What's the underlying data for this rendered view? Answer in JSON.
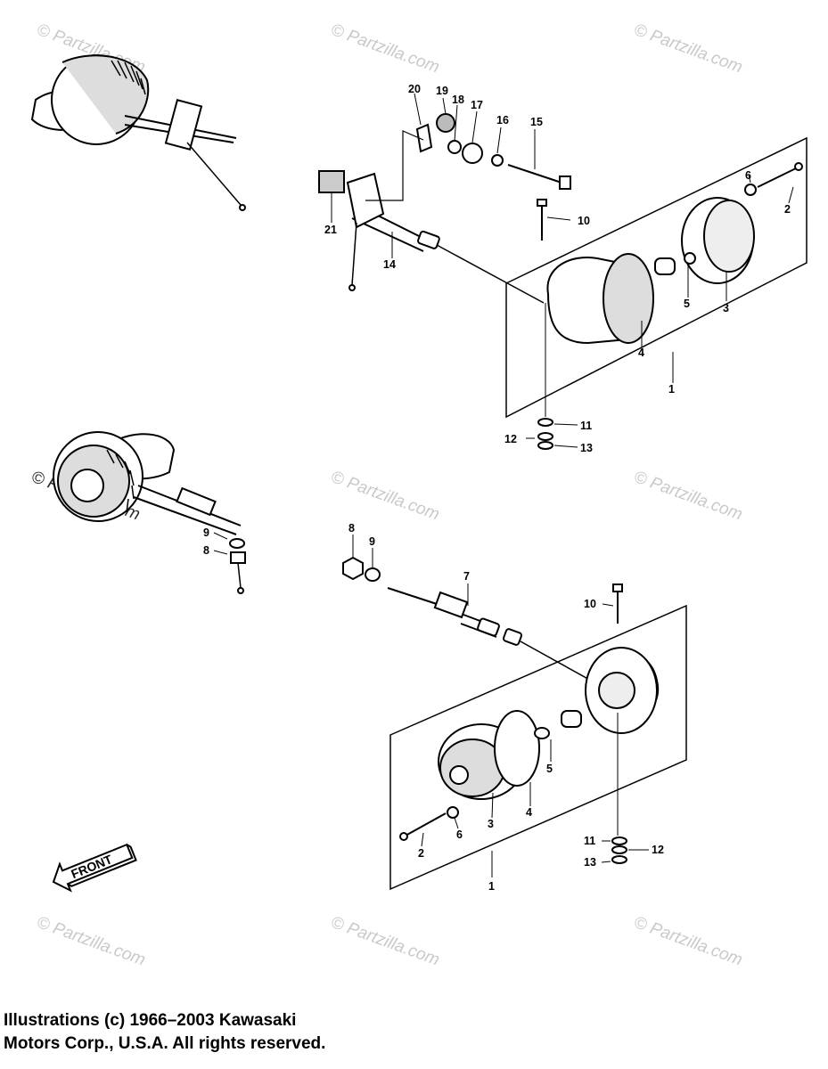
{
  "watermark": "© Partzilla.com",
  "copyright": {
    "line1": "Illustrations (c) 1966–2003 Kawasaki",
    "line2": "Motors Corp., U.S.A.  All rights reserved."
  },
  "front_arrow": {
    "label": "FRONT"
  },
  "rear_assembly": {
    "callouts": [
      "1",
      "2",
      "3",
      "4",
      "5",
      "6",
      "10",
      "11",
      "12",
      "13",
      "14",
      "15",
      "16",
      "17",
      "18",
      "19",
      "20",
      "21"
    ]
  },
  "front_assembly": {
    "callouts": [
      "1",
      "2",
      "3",
      "4",
      "5",
      "6",
      "7",
      "8",
      "9",
      "10",
      "11",
      "12",
      "13"
    ]
  },
  "left_detail_callouts": [
    "9",
    "8"
  ]
}
